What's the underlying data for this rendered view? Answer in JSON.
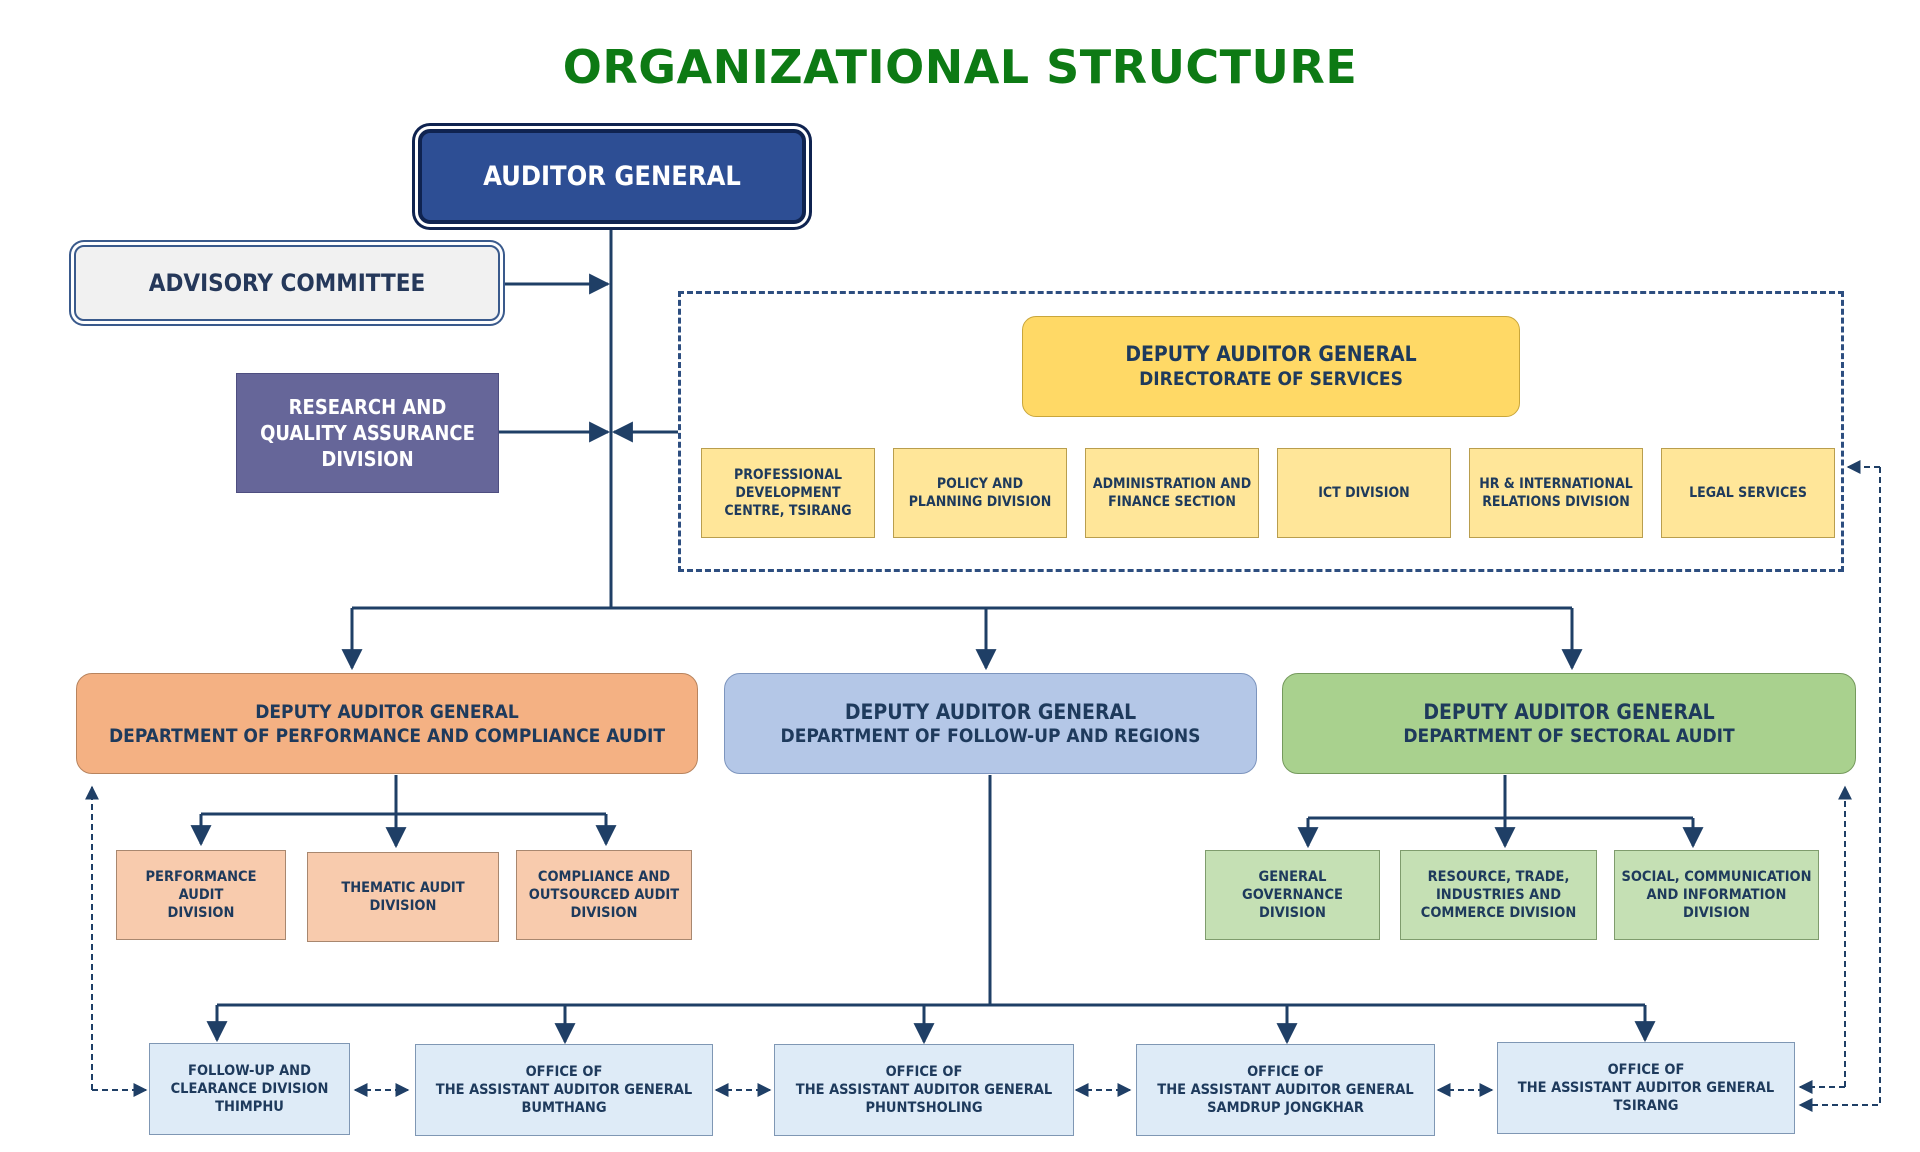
{
  "title": "ORGANIZATIONAL STRUCTURE",
  "auditor_general": "AUDITOR GENERAL",
  "advisory_committee": "ADVISORY COMMITTEE",
  "research_division": [
    "RESEARCH AND",
    "QUALITY ASSURANCE",
    "DIVISION"
  ],
  "directorate_of_services": {
    "head": "DEPUTY AUDITOR GENERAL",
    "sub": "DIRECTORATE OF SERVICES",
    "divisions": [
      [
        "PROFESSIONAL",
        "DEVELOPMENT",
        "CENTRE, TSIRANG"
      ],
      [
        "POLICY AND",
        "PLANNING DIVISION"
      ],
      [
        "ADMINISTRATION AND",
        "FINANCE SECTION"
      ],
      [
        "ICT DIVISION"
      ],
      [
        "HR & INTERNATIONAL",
        "RELATIONS DIVISION"
      ],
      [
        "LEGAL SERVICES"
      ]
    ]
  },
  "departments": {
    "performance": {
      "head": "DEPUTY AUDITOR GENERAL",
      "sub": "DEPARTMENT OF PERFORMANCE AND COMPLIANCE AUDIT",
      "divisions": [
        [
          "PERFORMANCE AUDIT",
          "DIVISION"
        ],
        [
          "THEMATIC AUDIT",
          "DIVISION"
        ],
        [
          "COMPLIANCE AND",
          "OUTSOURCED AUDIT",
          "DIVISION"
        ]
      ]
    },
    "follow_up": {
      "head": "DEPUTY AUDITOR GENERAL",
      "sub": "DEPARTMENT OF FOLLOW-UP AND REGIONS",
      "divisions": [
        [
          "FOLLOW-UP AND",
          "CLEARANCE DIVISION",
          "THIMPHU"
        ],
        [
          "OFFICE OF",
          "THE ASSISTANT AUDITOR GENERAL",
          "BUMTHANG"
        ],
        [
          "OFFICE OF",
          "THE ASSISTANT AUDITOR GENERAL",
          "PHUNTSHOLING"
        ],
        [
          "OFFICE OF",
          "THE ASSISTANT AUDITOR GENERAL",
          "SAMDRUP JONGKHAR"
        ],
        [
          "OFFICE OF",
          "THE ASSISTANT AUDITOR GENERAL",
          "TSIRANG"
        ]
      ]
    },
    "sectoral": {
      "head": "DEPUTY AUDITOR GENERAL",
      "sub": "DEPARTMENT OF SECTORAL AUDIT",
      "divisions": [
        [
          "GENERAL",
          "GOVERNANCE",
          "DIVISION"
        ],
        [
          "RESOURCE, TRADE,",
          "INDUSTRIES AND",
          "COMMERCE DIVISION"
        ],
        [
          "SOCIAL, COMMUNICATION",
          "AND INFORMATION",
          "DIVISION"
        ]
      ]
    }
  },
  "colors": {
    "title": "#0d7a14",
    "lines": "#1f3f66",
    "auditor_general": "#2d4e94",
    "advisory": "#f1f1f1",
    "research": "#666699",
    "services_head": "#ffd966",
    "services_div": "#ffe699",
    "performance_dept": "#f4b183",
    "performance_div": "#f8cbad",
    "follow_up_dept": "#b4c7e7",
    "follow_up_div": "#deebf7",
    "sectoral_dept": "#a9d18e",
    "sectoral_div": "#c5e0b4"
  }
}
